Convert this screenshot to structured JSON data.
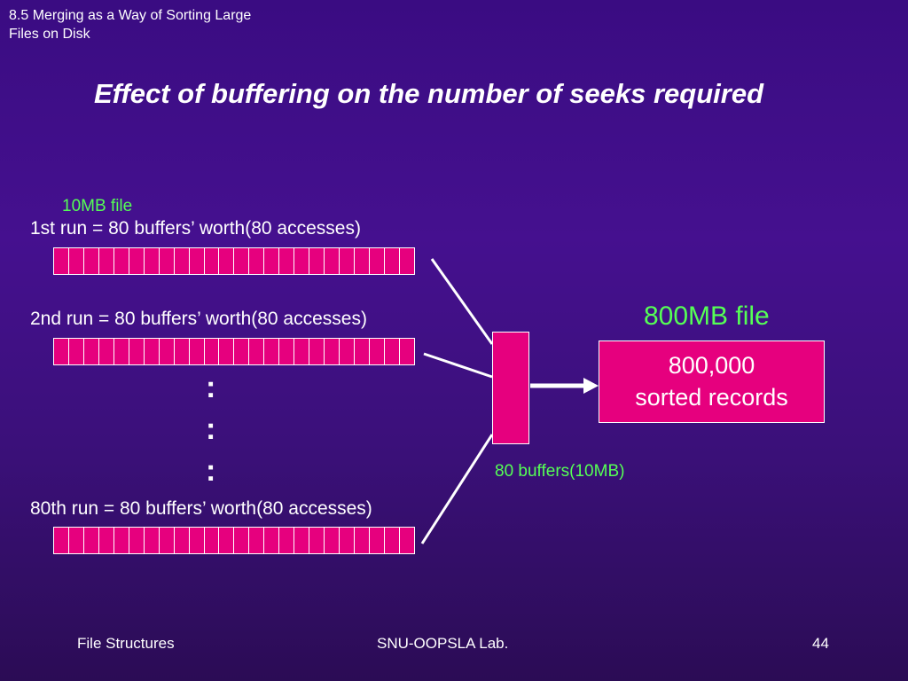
{
  "header": {
    "section_line1": "8.5 Merging as a Way of Sorting Large",
    "section_line2": "Files on Disk",
    "title": "Effect of buffering on the number of seeks required"
  },
  "diagram": {
    "file_size_label": "10MB file",
    "runs": [
      {
        "label": "1st run = 80 buffers’ worth(80 accesses)"
      },
      {
        "label": "2nd run = 80 buffers’ worth(80 accesses)"
      },
      {
        "label": "80th run = 80 buffers’ worth(80 accesses)"
      }
    ],
    "ellipsis": ":",
    "buffer_caption": "80 buffers(10MB)",
    "output": {
      "label": "800MB  file",
      "line1": "800,000",
      "line2": "sorted records"
    },
    "colors": {
      "buffer_fill": "#e6007e",
      "accent_green": "#55ff55",
      "background": "#3a0c82"
    }
  },
  "footer": {
    "left": "File Structures",
    "center": "SNU-OOPSLA Lab.",
    "page_number": "44"
  }
}
